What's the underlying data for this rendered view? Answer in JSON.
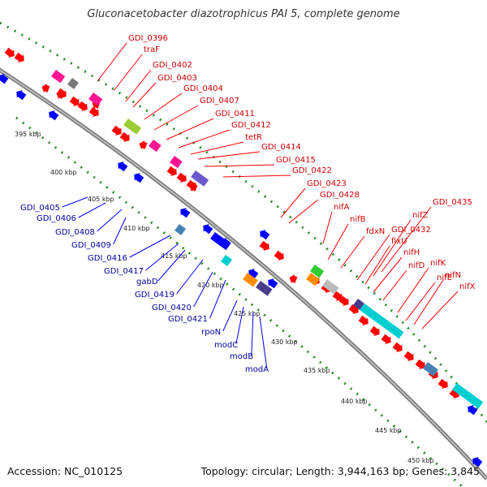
{
  "title": "Gluconacetobacter diazotrophicus PAI 5, complete genome",
  "footer": {
    "accession": "Accession: NC_010125",
    "topology": "Topology: circular; Length: 3,944,163 bp; Genes: 3,845"
  },
  "colors": {
    "forward_cds": "#ff0000",
    "reverse_cds": "#0000ff",
    "backbone": "#888888",
    "tick_dots": "#228b22",
    "label_forward": "#cc0000",
    "label_reverse": "#000099"
  },
  "scale_ticks": [
    "395 kbp",
    "400 kbp",
    "405 kbp",
    "410 kbp",
    "415 kbp",
    "420 kbp",
    "425 kbp",
    "430 kbp",
    "435 kbp",
    "440 kbp",
    "445 kbp",
    "450 kbp"
  ],
  "forward_labels": [
    "GDI_0396",
    "traF",
    "GDI_0402",
    "GDI_0403",
    "GDI_0404",
    "GDI_0407",
    "GDI_0411",
    "GDI_0412",
    "tetR",
    "GDI_0414",
    "GDI_0415",
    "GDI_0422",
    "GDI_0423",
    "GDI_0428",
    "nifA",
    "nifB",
    "fdxN",
    "GDI_0432",
    "GDI_0435",
    "nifZ",
    "fixU",
    "nifH",
    "nifD",
    "nifK",
    "nifE",
    "nifN",
    "nifX"
  ],
  "reverse_labels": [
    "GDI_0405",
    "GDI_0406",
    "GDI_0408",
    "GDI_0409",
    "GDI_0416",
    "GDI_0417",
    "gabD",
    "GDI_0419",
    "GDI_0420",
    "GDI_0421",
    "rpoN",
    "modC",
    "modB",
    "modA"
  ]
}
